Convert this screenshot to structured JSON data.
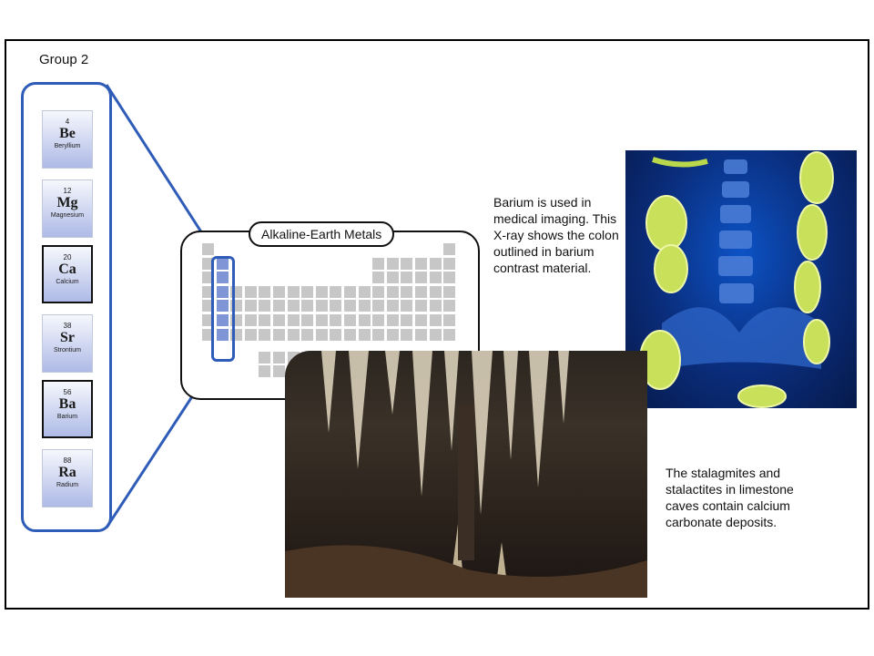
{
  "group_title": "Group 2",
  "elements": [
    {
      "number": "4",
      "symbol": "Be",
      "name": "Beryllium",
      "highlighted": false
    },
    {
      "number": "12",
      "symbol": "Mg",
      "name": "Magnesium",
      "highlighted": false
    },
    {
      "number": "20",
      "symbol": "Ca",
      "name": "Calcium",
      "highlighted": true
    },
    {
      "number": "38",
      "symbol": "Sr",
      "name": "Strontium",
      "highlighted": false
    },
    {
      "number": "56",
      "symbol": "Ba",
      "name": "Barium",
      "highlighted": true
    },
    {
      "number": "88",
      "symbol": "Ra",
      "name": "Radium",
      "highlighted": false
    }
  ],
  "mini_table_label": "Alkaline-Earth Metals",
  "captions": {
    "barium": "Barium is used in medical imaging. This X-ray shows the colon outlined in barium contrast material.",
    "cave": "The stalagmites and stalactites in limestone caves contain calcium carbonate deposits."
  },
  "colors": {
    "accent_blue": "#2e5cb8",
    "tile_gradient_top": "#f6f8fd",
    "tile_gradient_bottom": "#aebae6",
    "mini_cell": "#c7c7c7",
    "mini_cell_group2": "#7f95d6"
  }
}
